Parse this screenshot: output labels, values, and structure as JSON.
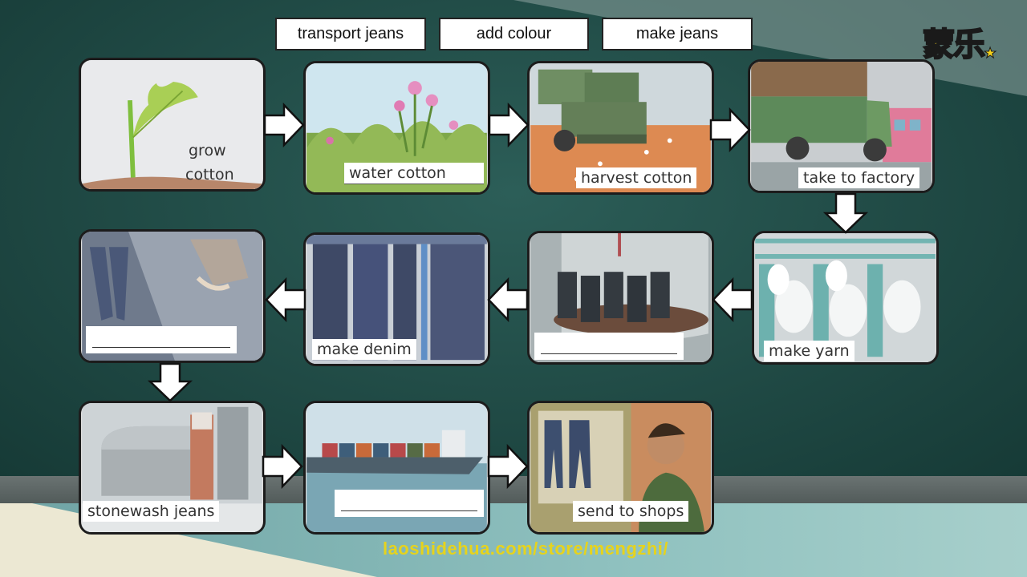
{
  "word_bank": [
    "transport jeans",
    "add colour",
    "make jeans"
  ],
  "logo_text": "蒙乐",
  "steps": [
    {
      "label": "grow cotton",
      "blank": false
    },
    {
      "label": "water cotton",
      "blank": false
    },
    {
      "label": "harvest cotton",
      "blank": false
    },
    {
      "label": "take to factory",
      "blank": false
    },
    {
      "label": "make yarn",
      "blank": false
    },
    {
      "label": "",
      "blank": true
    },
    {
      "label": "make denim",
      "blank": false
    },
    {
      "label": "",
      "blank": true
    },
    {
      "label": "stonewash jeans",
      "blank": false
    },
    {
      "label": "",
      "blank": true
    },
    {
      "label": "send to shops",
      "blank": false
    }
  ],
  "grow_line1": "grow",
  "grow_line2": "cotton",
  "footer_url": "laoshidehua.com/store/mengzhi/",
  "colors": {
    "board": "#204a45",
    "logo_yellow": "#f5d21b",
    "footer_yellow": "#e6d31d",
    "card_border": "#1c1c1c"
  }
}
